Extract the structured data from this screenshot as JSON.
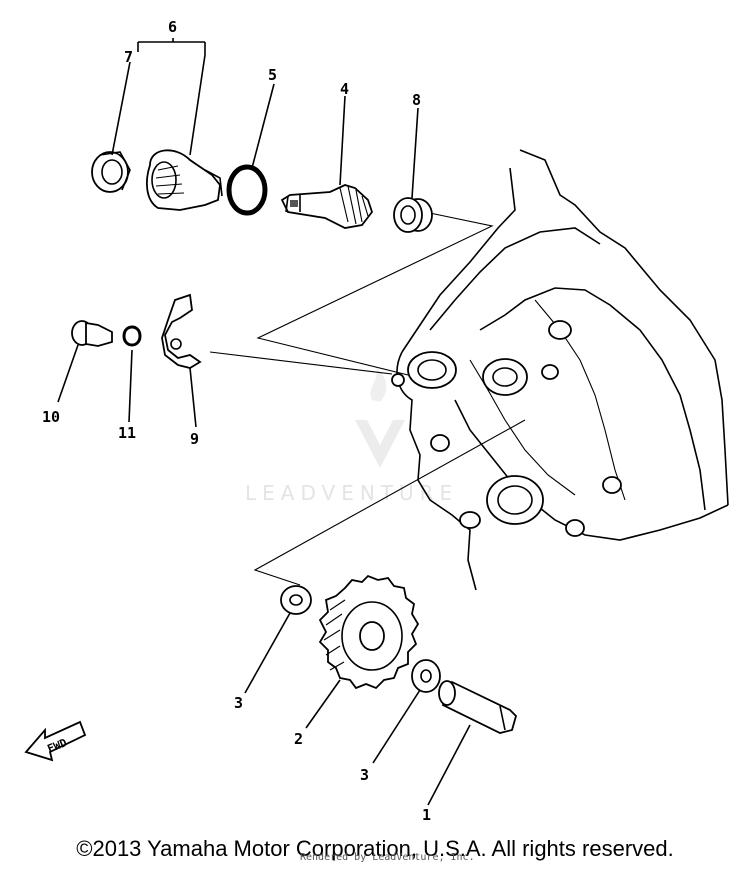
{
  "callouts": {
    "p1": "1",
    "p2": "2",
    "p3a": "3",
    "p3b": "3",
    "p4": "4",
    "p5": "5",
    "p6": "6",
    "p7": "7",
    "p8": "8",
    "p9": "9",
    "p10": "10",
    "p11": "11"
  },
  "fwd_label": "FWD",
  "watermark": "LEADVENTURE",
  "footer": {
    "copyright": "©2013 Yamaha Motor Corporation, U.S.A. All rights reserved.",
    "rendered_by": "Rendered by LeadVenture, Inc."
  }
}
